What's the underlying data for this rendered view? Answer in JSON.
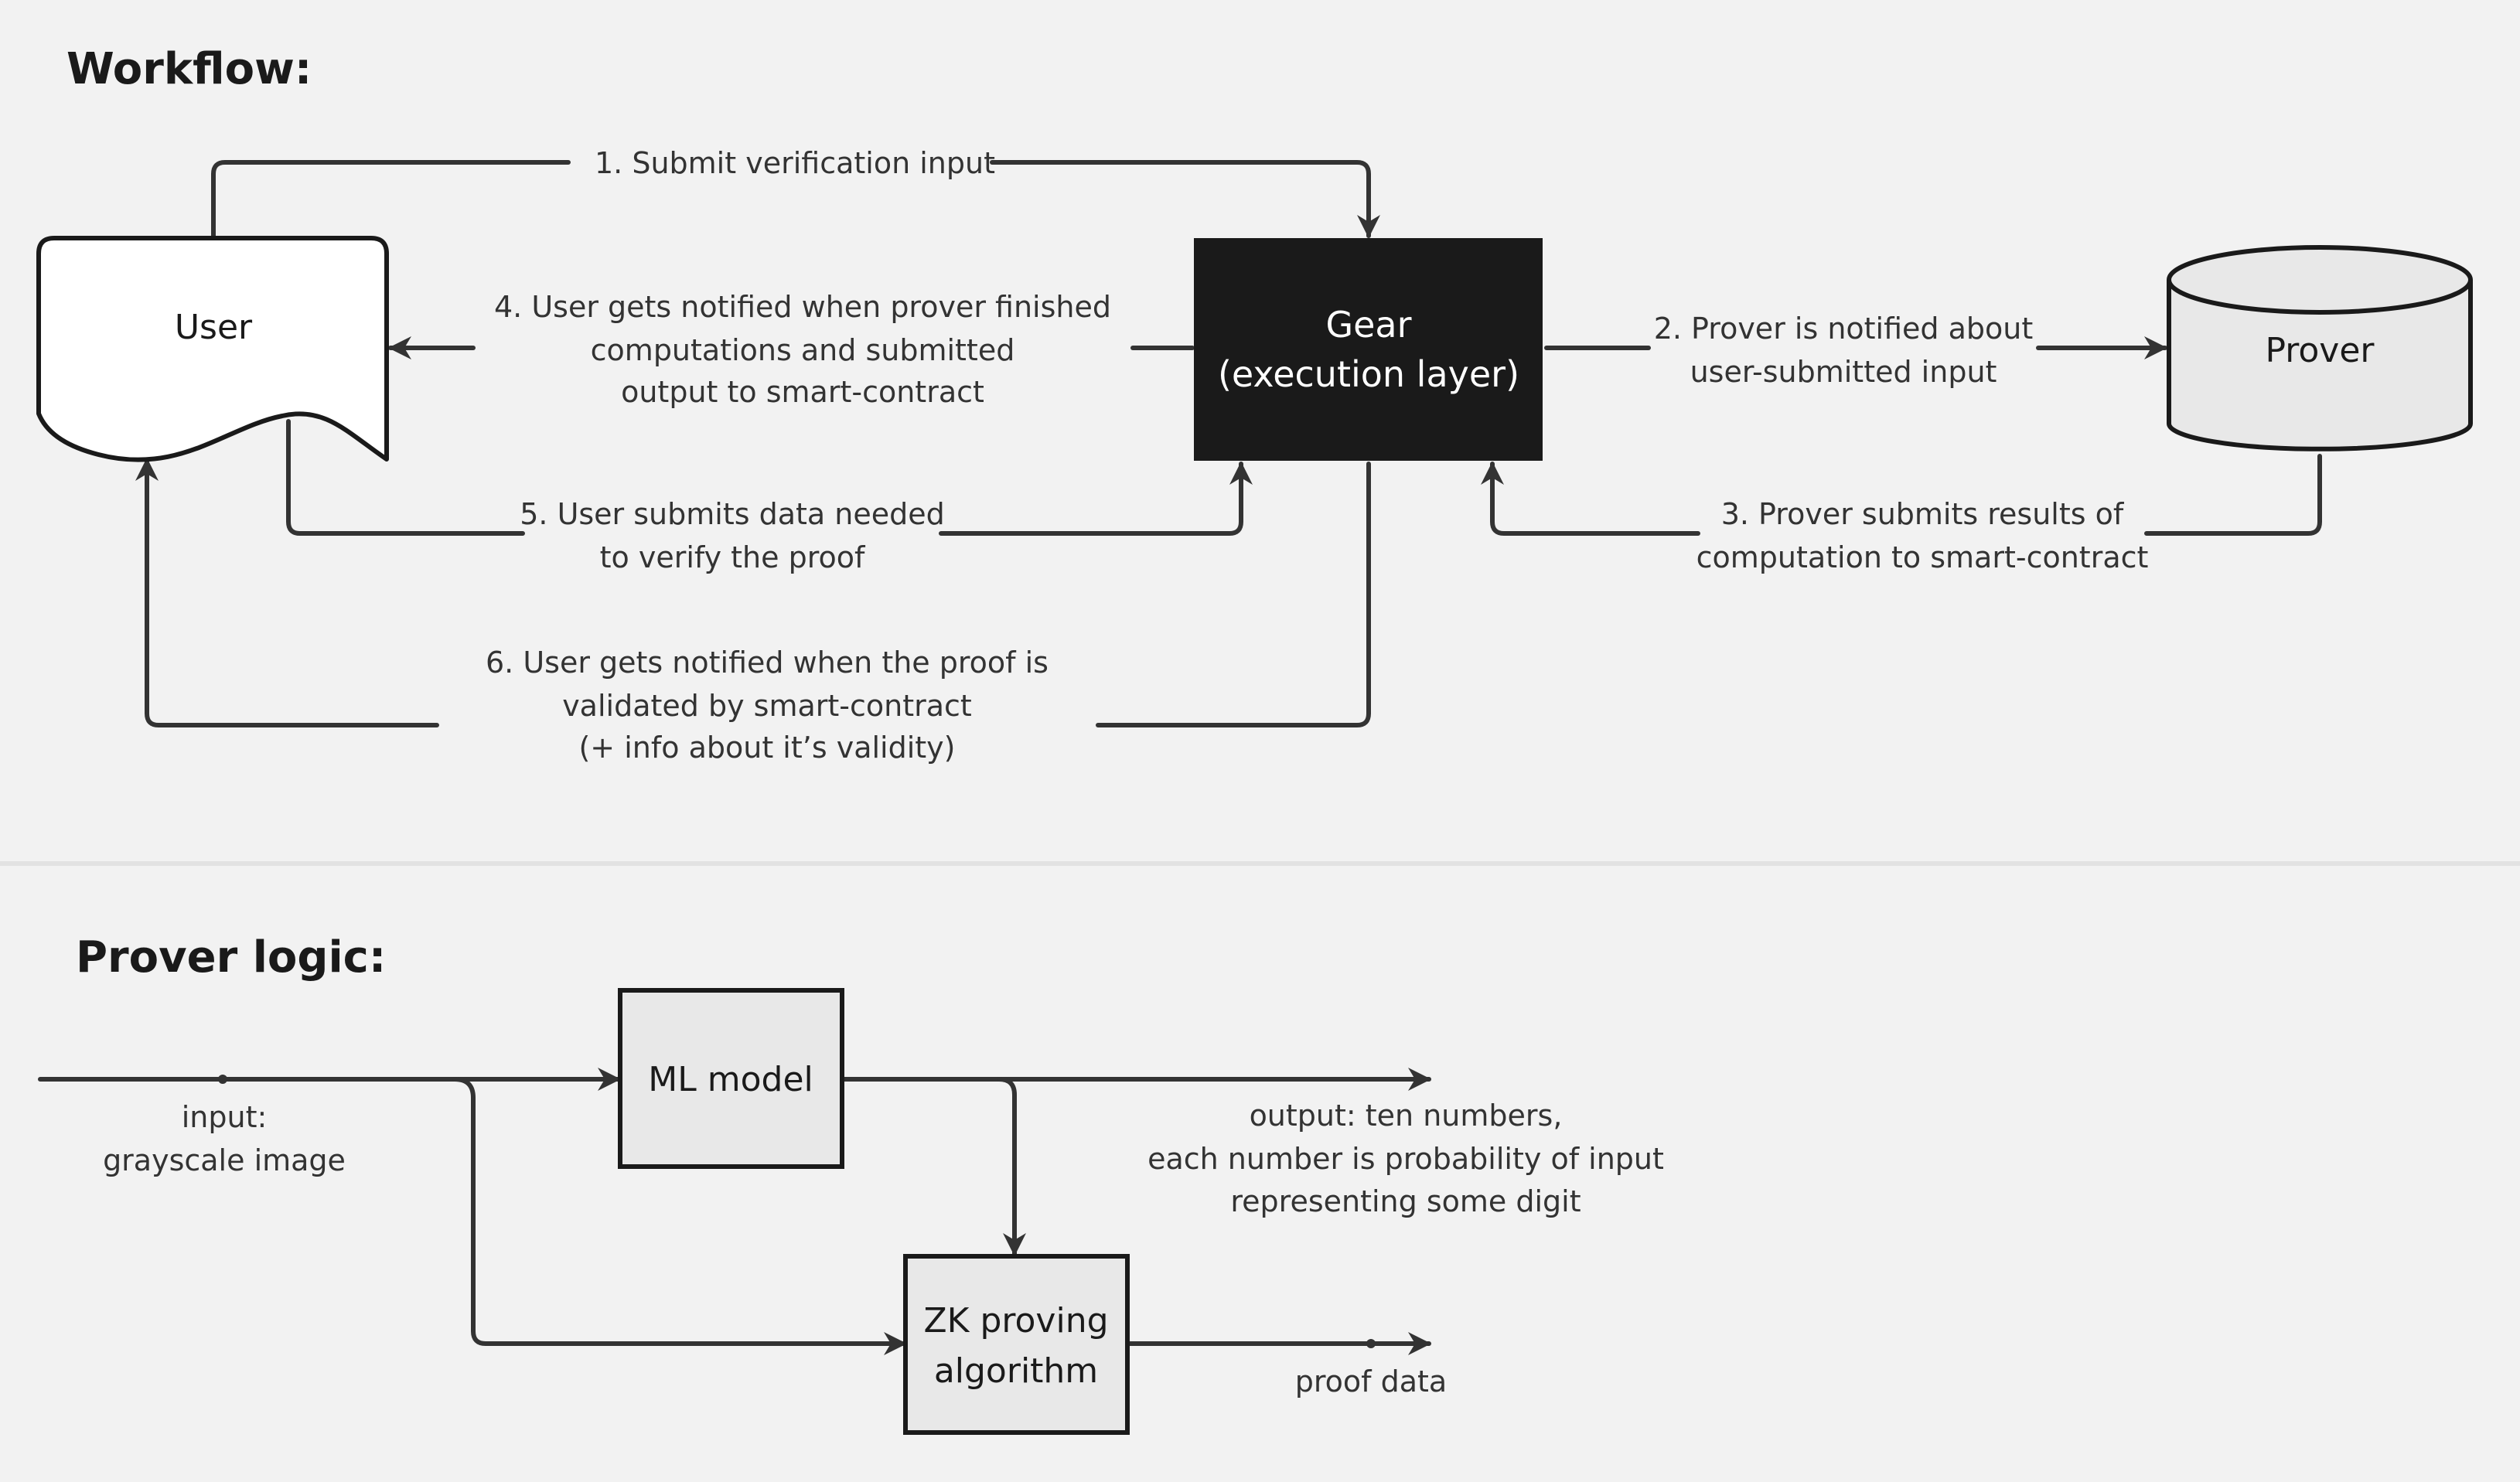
{
  "workflow": {
    "heading": "Workflow:",
    "nodes": {
      "user": "User",
      "gear": [
        "Gear",
        "(execution layer)"
      ],
      "prover": "Prover"
    },
    "steps": {
      "s1": [
        "1. Submit verification input"
      ],
      "s2": [
        "2. Prover is notified about",
        "user-submitted input"
      ],
      "s3": [
        "3.  Prover submits results of",
        "computation to smart-contract"
      ],
      "s4": [
        "4. User gets notified when prover finished",
        "computations and submitted",
        "output to smart-contract"
      ],
      "s5": [
        "5. User submits data needed",
        "to verify the proof"
      ],
      "s6": [
        "6. User gets notified when the proof is",
        "validated by smart-contract",
        "(+ info about it’s validity)"
      ]
    }
  },
  "prover_logic": {
    "heading": "Prover logic:",
    "nodes": {
      "ml": "ML model",
      "zk": [
        "ZK proving",
        "algorithm"
      ]
    },
    "labels": {
      "input": [
        "input:",
        "grayscale image"
      ],
      "output": [
        "output: ten numbers,",
        "each number is probability of input",
        "representing some digit"
      ],
      "proof": [
        "proof data"
      ]
    }
  },
  "colors": {
    "background": "#f2f2f2",
    "gear_fill": "#1a1a1a",
    "light_fill": "#e8e8e8",
    "stroke": "#333333"
  }
}
